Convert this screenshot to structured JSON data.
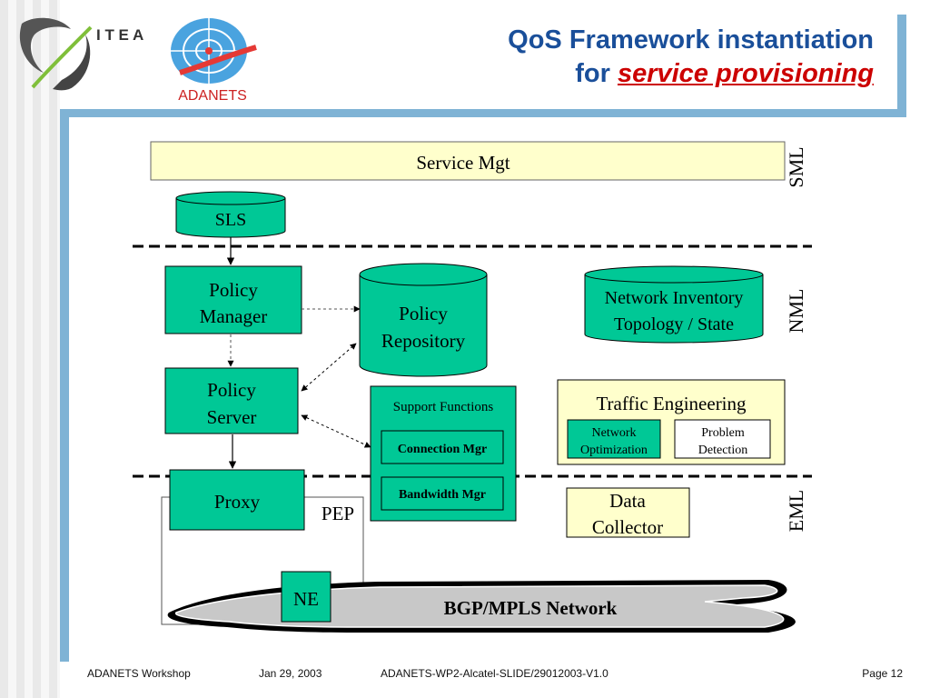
{
  "header": {
    "brand_itea": "I T E A",
    "brand_adanets": "ADANETS",
    "title_line1": "QoS Framework instantiation",
    "title_line2_prefix": "for",
    "title_line2_emphasis": "service provisioning"
  },
  "diagram": {
    "service_mgt": "Service Mgt",
    "sls": "SLS",
    "policy_manager": [
      "Policy",
      "Manager"
    ],
    "policy_repository": [
      "Policy",
      "Repository"
    ],
    "network_inventory": [
      "Network Inventory",
      "Topology / State"
    ],
    "policy_server": [
      "Policy",
      "Server"
    ],
    "support_functions": "Support Functions",
    "connection_mgr": "Connection Mgr",
    "bandwidth_mgr": "Bandwidth Mgr",
    "traffic_engineering": "Traffic Engineering",
    "network_optimization": [
      "Network",
      "Optimization"
    ],
    "problem_detection": [
      "Problem",
      "Detection"
    ],
    "proxy": "Proxy",
    "pep": "PEP",
    "data_collector": [
      "Data",
      "Collector"
    ],
    "ne": "NE",
    "bgp_network": "BGP/MPLS Network",
    "layer_sml": "SML",
    "layer_nml": "NML",
    "layer_eml": "EML"
  },
  "footer": {
    "workshop": "ADANETS Workshop",
    "date": "Jan 29, 2003",
    "doc_id": "ADANETS-WP2-Alcatel-SLIDE/29012003-V1.0",
    "page": "Page 12"
  },
  "colors": {
    "teal_box": "#00c896",
    "cream_box": "#ffffcc",
    "title_blue": "#1a4f9a",
    "accent_red": "#cc0000",
    "frame_blue": "#7fb3d5"
  }
}
